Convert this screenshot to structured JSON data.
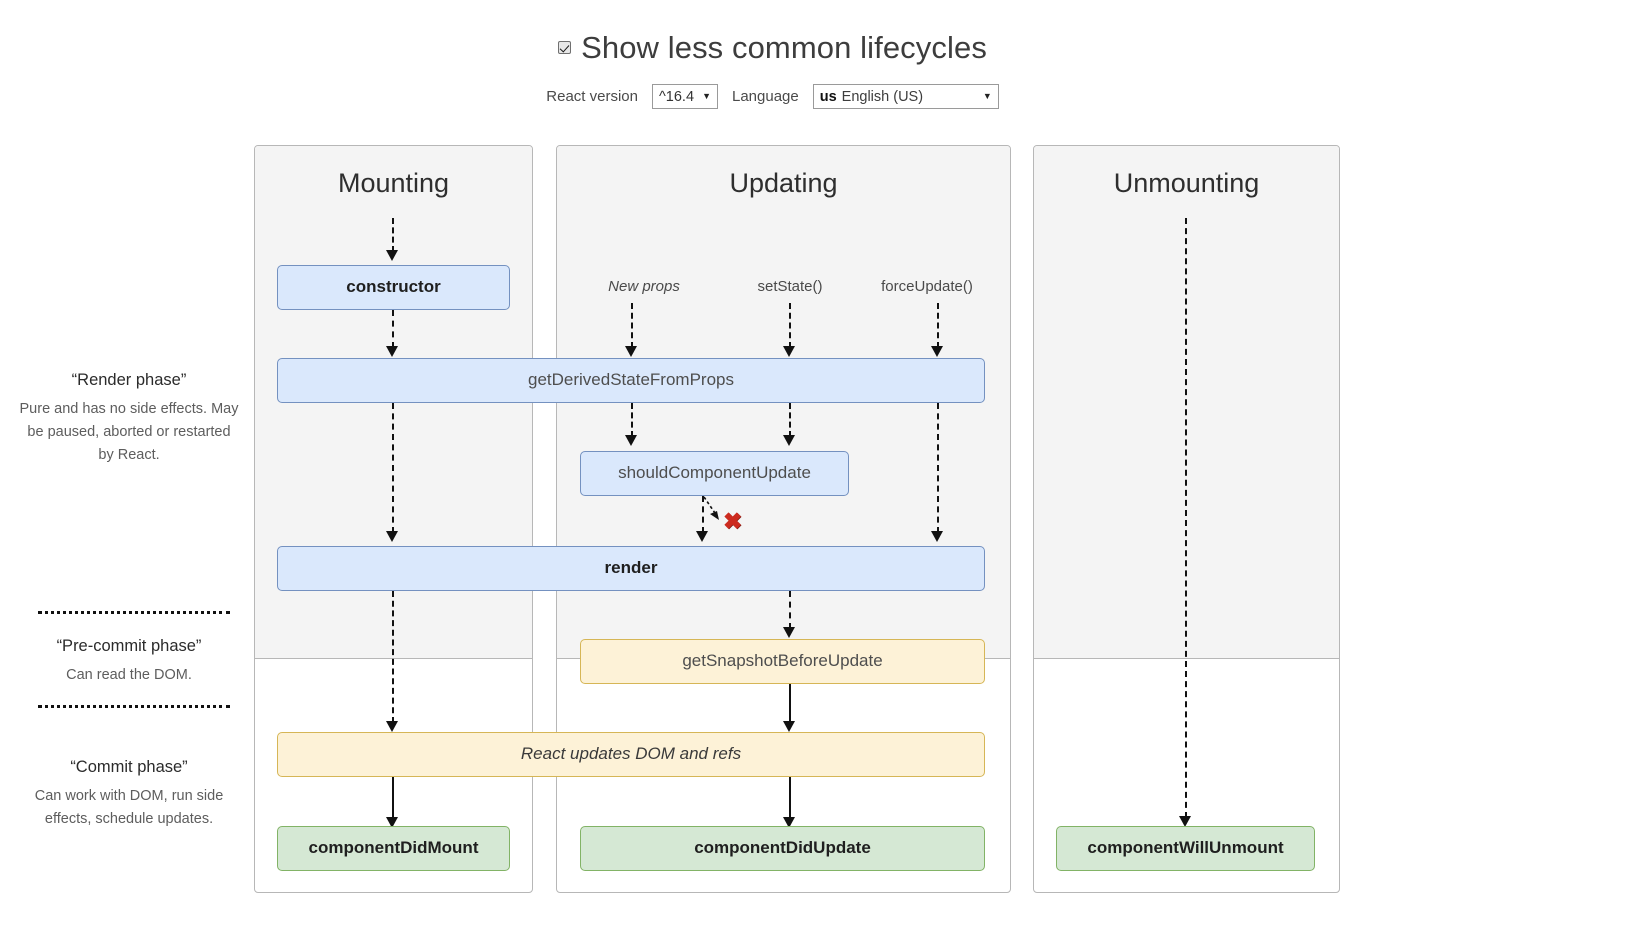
{
  "header": {
    "checkbox_label": "Show less common lifecycles",
    "checkbox_checked": "true",
    "version_label": "React version",
    "version_value": "^16.4",
    "language_label": "Language",
    "language_code": "us",
    "language_value": "English (US)",
    "caret_glyph": "▼"
  },
  "phases": [
    {
      "title": "“Render phase”",
      "desc": "Pure and has no side effects. May be paused, aborted or restarted by React."
    },
    {
      "title": "“Pre-commit phase”",
      "desc": "Can read the DOM."
    },
    {
      "title": "“Commit phase”",
      "desc": "Can work with DOM, run side effects, schedule updates."
    }
  ],
  "columns": {
    "mounting": "Mounting",
    "updating": "Updating",
    "unmounting": "Unmounting"
  },
  "triggers": {
    "new_props": "New props",
    "set_state": "setState()",
    "force_update": "forceUpdate()"
  },
  "nodes": {
    "constructor": "constructor",
    "get_derived_state_from_props": "getDerivedStateFromProps",
    "should_component_update": "shouldComponentUpdate",
    "render": "render",
    "get_snapshot_before_update": "getSnapshotBeforeUpdate",
    "react_updates_dom": "React updates DOM and refs",
    "component_did_mount": "componentDidMount",
    "component_did_update": "componentDidUpdate",
    "component_will_unmount": "componentWillUnmount"
  },
  "annotations": {
    "skip_x": "✖"
  },
  "colors": {
    "blue_fill": "#dae8fc",
    "blue_border": "#7491c0",
    "yellow_fill": "#fdf2d7",
    "yellow_border": "#d6b656",
    "green_fill": "#d5e8d4",
    "green_border": "#82b366",
    "panel_grey": "#f4f4f4",
    "red_x": "#cc2b1f"
  }
}
